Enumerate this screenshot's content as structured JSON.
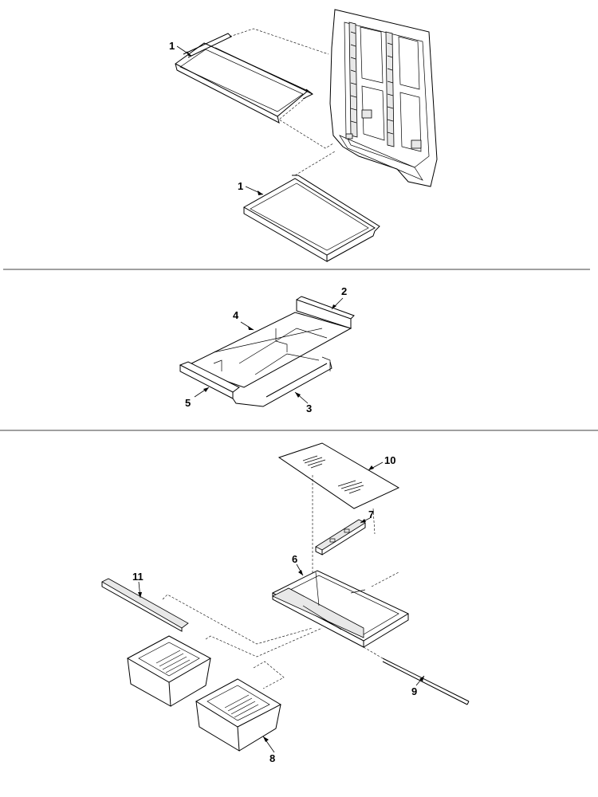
{
  "callouts": {
    "shelf_upper": "1",
    "shelf_lower": "1",
    "crisper_frame_rear": "2",
    "crisper_frame_side": "3",
    "crisper_cover_center": "4",
    "crisper_frame_front": "5",
    "crisper_shelf_frame": "6",
    "cover_support_rail": "7",
    "crisper_drawer_right": "8",
    "drawer_slide_rod": "9",
    "crisper_glass_cover": "10",
    "drawer_slide_rail": "11"
  }
}
